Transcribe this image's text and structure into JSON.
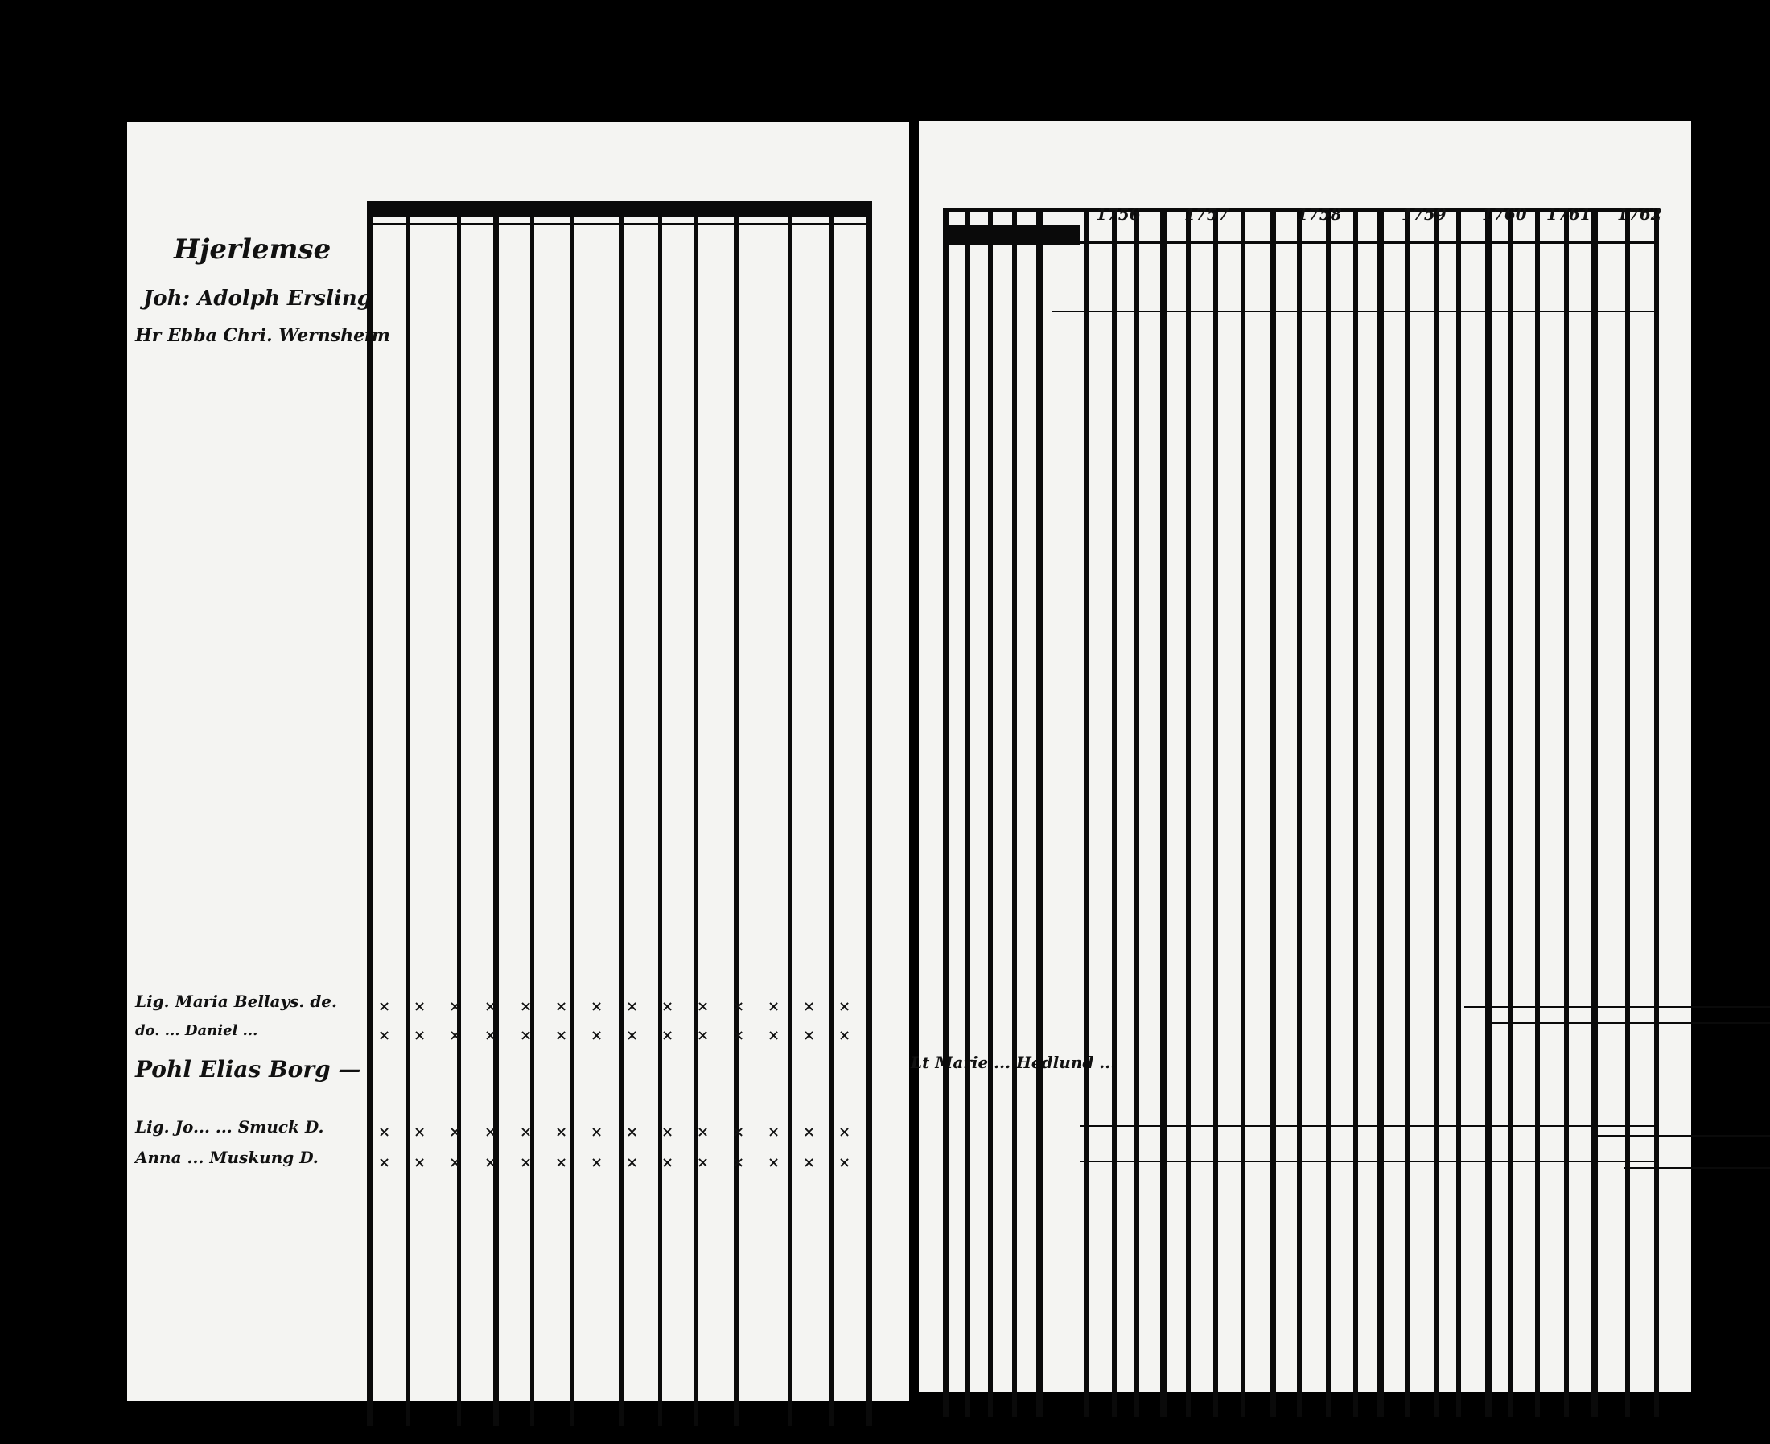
{
  "document": {
    "type": "parish register scan, two-page spread",
    "left_page": {
      "heading": "Hjerlemse",
      "entry_head": [
        "Joh: Adolph Ersling",
        "Hr Ebba Chri. Wernsheim"
      ],
      "entries": [
        "Lig. Maria Bellays. de.",
        "do. ... Daniel ...",
        "Pohl Elias Borg —",
        "Lig. Jo... ... Smuck D.",
        "Anna ... Muskung D."
      ]
    },
    "right_page": {
      "year_headers": [
        "1756",
        "1757",
        "1758",
        "1759",
        "1760",
        "1761",
        "1762"
      ],
      "entry_note": "Lt Marie ... Hedlund ..."
    }
  }
}
